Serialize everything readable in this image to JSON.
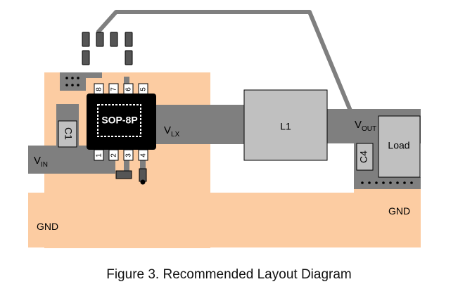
{
  "caption": "Figure 3. Recommended Layout Diagram",
  "labels": {
    "ic": "SOP-8P",
    "vlx": "V",
    "vlx_sub": "LX",
    "vin": "V",
    "vin_sub": "IN",
    "vout": "V",
    "vout_sub": "OUT",
    "l1": "L1",
    "load": "Load",
    "c1": "C1",
    "c4": "C4",
    "gnd_left": "GND",
    "gnd_right": "GND"
  },
  "pins": {
    "top": [
      "8",
      "7",
      "6",
      "5"
    ],
    "bottom": [
      "1",
      "2",
      "3",
      "4"
    ]
  },
  "colors": {
    "copper": "#FCCCA2",
    "trace": "#7F7F7F",
    "component": "#C0C0C0",
    "ic_body": "#000000",
    "pad": "#555555"
  }
}
